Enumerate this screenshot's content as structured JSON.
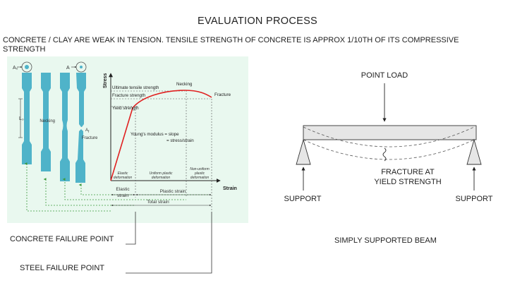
{
  "title": "EVALUATION PROCESS",
  "intro": "CONCRETE  / CLAY ARE WEAK IN TENSION. TENSILE STRENGTH OF CONCRETE IS APPROX 1/10TH OF ITS COMPRESSIVE STRENGTH",
  "stress_strain": {
    "specimens": {
      "a0": "A₀",
      "l0": "L₀",
      "a": "A",
      "necking": "Necking",
      "af": "A",
      "af_sub": "f",
      "fracture": "Fracture"
    },
    "y_axis_label": "Stress",
    "x_axis_label": "Strain",
    "curve_labels": {
      "uts": "Ultimate tensile strength",
      "fracture_strength": "Fracture strength",
      "yield_strength": "Yield strength",
      "necking": "Necking",
      "fracture": "Fracture",
      "youngs_1": "Young's modulus = slope",
      "youngs_2": "= stress/strain"
    },
    "regions": {
      "elastic_1": "Elastic",
      "elastic_2": "deformation",
      "uniform_1": "Uniform plastic",
      "uniform_2": "deformation",
      "nonuniform_1": "Non-uniform",
      "nonuniform_2": "plastic",
      "nonuniform_3": "deformation"
    },
    "strain_labels": {
      "elastic_1": "Elastic",
      "elastic_2": "strain",
      "plastic": "Plastic strain",
      "total": "Total strain"
    },
    "colors": {
      "background": "#e9f8ef",
      "curve": "#e02020",
      "specimen": "#4fb3c9",
      "arrow": "#3c9a3c"
    }
  },
  "labels": {
    "concrete_failure": "CONCRETE FAILURE POINT",
    "steel_failure": "STEEL FAILURE POINT"
  },
  "beam": {
    "point_load": "POINT LOAD",
    "fracture_1": "FRACTURE AT",
    "fracture_2": "YIELD STRENGTH",
    "support_left": "SUPPORT",
    "support_right": "SUPPORT",
    "caption": "SIMPLY SUPPORTED BEAM"
  }
}
